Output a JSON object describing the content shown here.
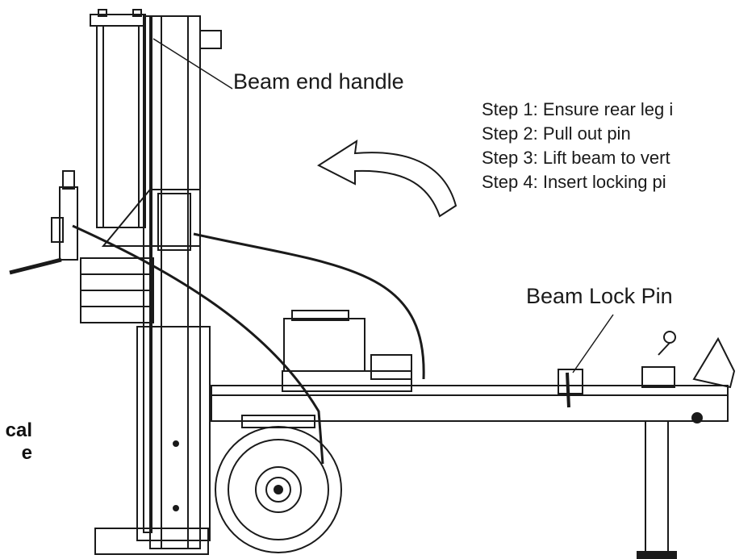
{
  "labels": {
    "beam_end_handle": "Beam end handle",
    "beam_lock_pin": "Beam Lock Pin"
  },
  "steps": [
    "Step 1: Ensure rear leg i",
    "Step 2: Pull out pin",
    "Step 3: Lift beam to vert",
    "Step 4: Insert locking pi"
  ],
  "side_label": {
    "line1": "cal",
    "line2": "e"
  },
  "colors": {
    "ink": "#1a1a1a",
    "background": "#ffffff"
  }
}
